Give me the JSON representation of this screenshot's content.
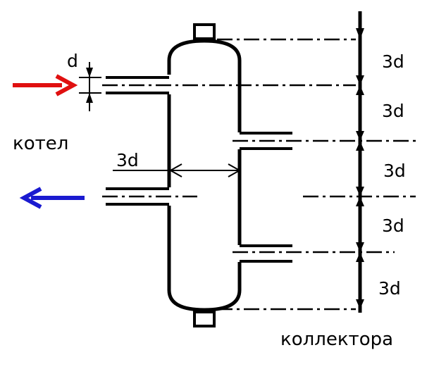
{
  "labels": {
    "boiler": "котел",
    "collectors": "коллектора",
    "pipe_diameter": "d",
    "body_diameter": "3d",
    "spacing": [
      "3d",
      "3d",
      "3d",
      "3d",
      "3d"
    ]
  },
  "colors": {
    "supply_arrow": "#e01010",
    "return_arrow": "#1a1ad0",
    "lines": "#000000"
  }
}
